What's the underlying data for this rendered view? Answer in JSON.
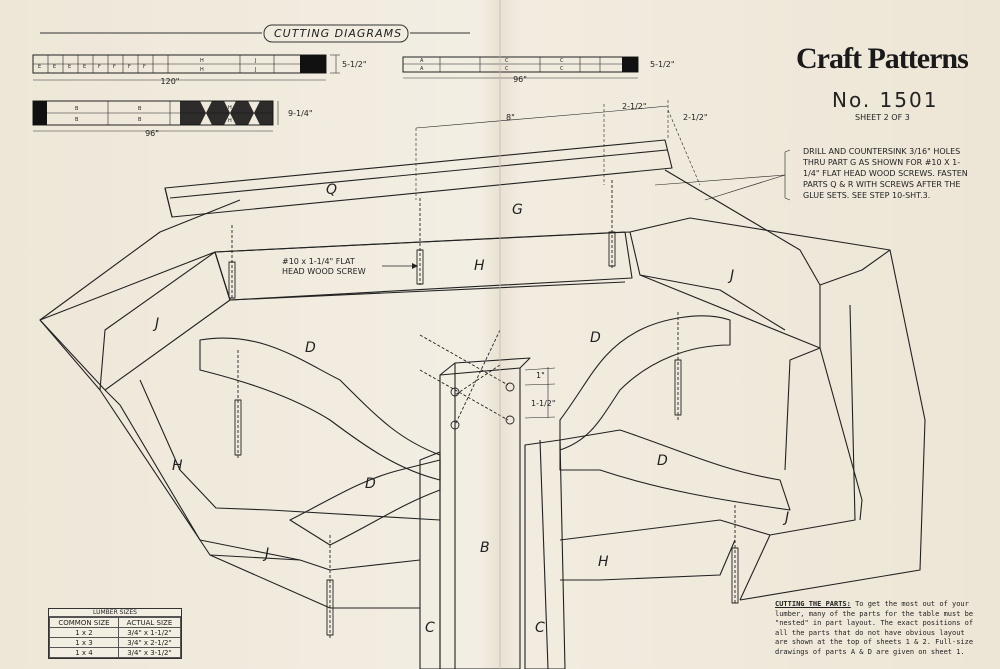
{
  "header": {
    "title": "CUTTING DIAGRAMS"
  },
  "brand": {
    "name": "Craft Patterns",
    "pattern_no": "No. 1501",
    "sheet": "SHEET 2 OF 3"
  },
  "cutting_boards": [
    {
      "id": "board-120",
      "length": "120\"",
      "width": "5-1/2\"",
      "cells": [
        "E",
        "E",
        "E",
        "E",
        "F",
        "F",
        "F",
        "F",
        "H",
        "H",
        "J",
        "J"
      ]
    },
    {
      "id": "board-96-a",
      "length": "96\"",
      "width": "5-1/2\"",
      "cells": [
        "A",
        "A",
        "C",
        "C",
        "C",
        "C"
      ]
    },
    {
      "id": "board-96-b",
      "length": "96\"",
      "width": "9-1/4\"",
      "cells": [
        "B",
        "B",
        "B",
        "B",
        "H",
        "H"
      ]
    }
  ],
  "dimensions": {
    "d1": "8\"",
    "d2": "2-1/2\"",
    "d3": "2-1/2\"",
    "d4": "1\"",
    "d5": "1-1/2\""
  },
  "parts": {
    "q": "Q",
    "g": "G",
    "h_top": "H",
    "h_left": "H",
    "h_bottom": "H",
    "j_left": "J",
    "j_right": "J",
    "j_bottom_left": "J",
    "j_bottom_right": "J",
    "d1": "D",
    "d2": "D",
    "d3": "D",
    "d4": "D",
    "b": "B",
    "c_left": "C",
    "c_right": "C"
  },
  "callouts": {
    "screw_label_1": "#10 x 1-1/4\" FLAT",
    "screw_label_2": "HEAD WOOD SCREW",
    "note": "DRILL AND COUNTERSINK 3/16\" HOLES THRU PART G AS SHOWN FOR #10 x 1-1/4\" FLAT HEAD WOOD SCREWS. FASTEN PARTS Q & R WITH SCREWS AFTER THE GLUE SETS. SEE STEP 10-SHT.3."
  },
  "lumber_table": {
    "caption": "LUMBER SIZES",
    "headers": [
      "COMMON SIZE",
      "ACTUAL SIZE"
    ],
    "rows": [
      [
        "1 x 2",
        "3/4\" x 1-1/2\""
      ],
      [
        "1 x 3",
        "3/4\" x 2-1/2\""
      ],
      [
        "1 x 4",
        "3/4\" x 3-1/2\""
      ]
    ]
  },
  "cutting_parts": {
    "heading": "CUTTING THE PARTS:",
    "text": "To get the most out of your lumber, many of the parts for the table must be \"nested\" in part layout. The exact positions of all the parts that do not have obvious layout are shown at the top of sheets 1 & 2. Full-size drawings of parts A & D are given on sheet 1."
  },
  "colors": {
    "paper": "#efe9dc",
    "ink": "#222222"
  }
}
